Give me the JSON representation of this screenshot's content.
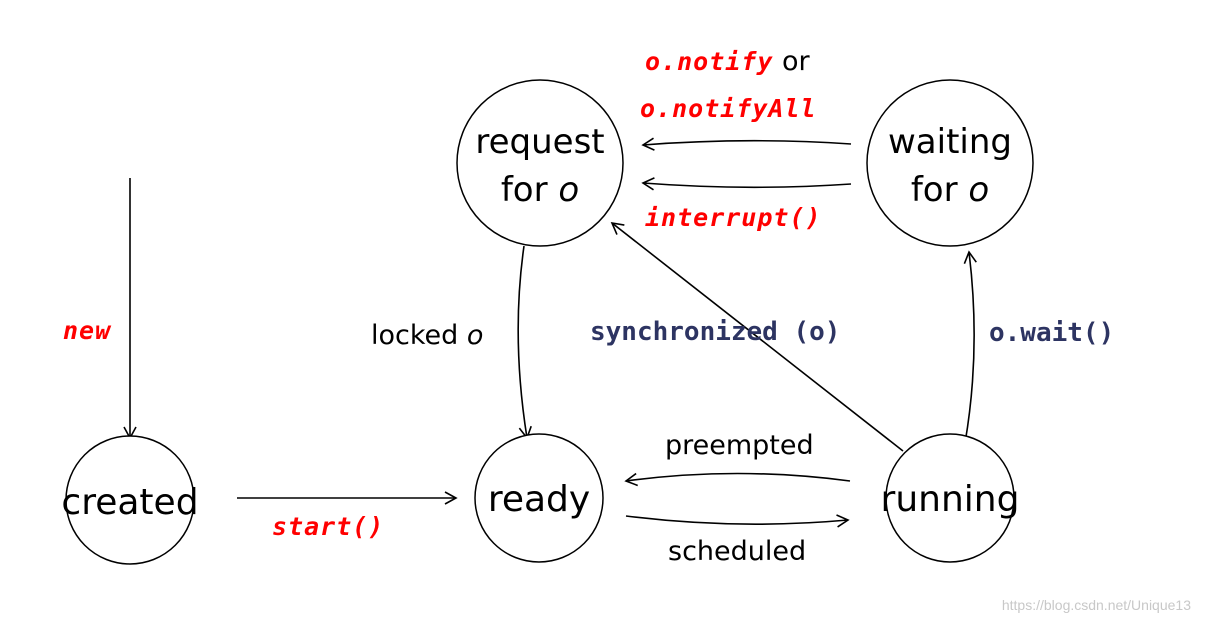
{
  "colors": {
    "accent_red": "#ff0000",
    "accent_blue": "#2d3462",
    "line": "#000000",
    "background": "#ffffff"
  },
  "states": {
    "created": {
      "label": "created"
    },
    "ready": {
      "label": "ready"
    },
    "running": {
      "label": "running"
    },
    "request": {
      "line1": "request",
      "line2_prefix": "for ",
      "line2_obj": "o"
    },
    "waiting": {
      "line1": "waiting",
      "line2_prefix": "for ",
      "line2_obj": "o"
    }
  },
  "transitions": {
    "new": "new",
    "start": "start()",
    "preempted": "preempted",
    "scheduled": "scheduled",
    "locked_prefix": "locked ",
    "locked_obj": "o",
    "synchronized": "synchronized (o)",
    "wait": "o.wait()",
    "notify": "o.notify",
    "notify_or": " or",
    "notify_all": "o.notifyAll",
    "interrupt": "interrupt()"
  },
  "watermark": "https://blog.csdn.net/Unique13"
}
